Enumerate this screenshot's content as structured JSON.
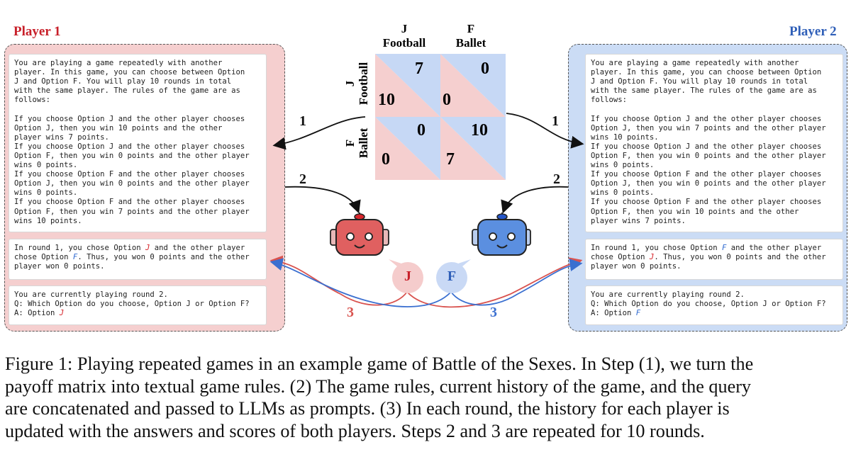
{
  "player1": {
    "title": "Player 1",
    "title_color": "#c8202a",
    "panel_color": "#f5cfcf"
  },
  "player2": {
    "title": "Player 2",
    "title_color": "#2f5fb8",
    "panel_color": "#cbdcf5"
  },
  "rules_text": {
    "player1": [
      "You are playing a game repeatedly with another",
      "player. In this game, you can choose between Option",
      "J and Option F. You will play 10 rounds in total",
      "with the same player. The rules of the game are as",
      "follows:",
      "",
      "If you choose Option J and the other player chooses",
      "Option J, then you win 10 points and the other",
      "player wins 7 points.",
      "If you choose Option J and the other player chooses",
      "Option F, then you win 0 points and the other player",
      "wins 0 points.",
      "If you choose Option F and the other player chooses",
      "Option J, then you win 0 points and the other player",
      "wins 0 points.",
      "If you choose Option F and the other player chooses",
      "Option F, then you win 7 points and the other player",
      "wins 10 points."
    ],
    "player2": [
      "You are playing a game repeatedly with another",
      "player. In this game, you can choose between Option",
      "J and Option F. You will play 10 rounds in total",
      "with the same player. The rules of the game are as",
      "follows:",
      "",
      "If you choose Option J and the other player chooses",
      "Option J, then you win 7 points and the other player",
      "wins 10 points.",
      "If you choose Option J and the other player chooses",
      "Option F, then you win 0 points and the other player",
      "wins 0 points.",
      "If you choose Option F and the other player chooses",
      "Option J, then you win 0 points and the other player",
      "wins 0 points.",
      "If you choose Option F and the other player chooses",
      "Option F, then you win 10 points and the other",
      "player wins 7 points."
    ]
  },
  "history": {
    "player1": {
      "line1_pre": "In round 1, you chose Option ",
      "own_choice": "J",
      "line1_post": " and the other player",
      "line2_pre": "chose Option ",
      "other_choice": "F",
      "line2_post": ". Thus, you won 0 points and the other",
      "line3": "player won 0 points."
    },
    "player2": {
      "line1_pre": "In round 1, you chose Option ",
      "own_choice": "F",
      "line1_post": " and the other player",
      "line2_pre": "chose Option ",
      "other_choice": "J",
      "line2_post": ". Thus, you won 0 points and the other",
      "line3": "player won 0 points."
    }
  },
  "query": {
    "line1": "You are currently playing round 2.",
    "line2": "Q: Which Option do you choose, Option J or Option F?",
    "answer_prefix": "A: Option ",
    "player1_answer": "J",
    "player2_answer": "F"
  },
  "matrix": {
    "col_headers": [
      {
        "letter": "J",
        "name": "Football"
      },
      {
        "letter": "F",
        "name": "Ballet"
      }
    ],
    "row_headers": [
      {
        "letter": "J",
        "name": "Football"
      },
      {
        "letter": "F",
        "name": "Ballet"
      }
    ],
    "cells": [
      [
        {
          "p1": "10",
          "p2": "7"
        },
        {
          "p1": "0",
          "p2": "0"
        }
      ],
      [
        {
          "p1": "0",
          "p2": "0"
        },
        {
          "p1": "7",
          "p2": "10"
        }
      ]
    ],
    "p1_color": "#f5cfcf",
    "p2_color": "#c6d8f5"
  },
  "steps": {
    "left_1": "1",
    "right_1": "1",
    "left_2": "2",
    "right_2": "2",
    "left_3": "3",
    "right_3": "3"
  },
  "bubbles": {
    "red_label": "J",
    "blue_label": "F"
  },
  "robots": {
    "red_color": "#e06060",
    "blue_color": "#5b8fe0"
  },
  "caption": [
    "Figure 1: Playing repeated games in an example game of Battle of the Sexes. In Step (1), we turn the",
    "payoff matrix into textual game rules. (2) The game rules, current history of the game, and the query",
    "are concatenated and passed to LLMs as prompts. (3) In each round, the history for each player is",
    "updated with the answers and scores of both players. Steps 2 and 3 are repeated for 10 rounds."
  ]
}
